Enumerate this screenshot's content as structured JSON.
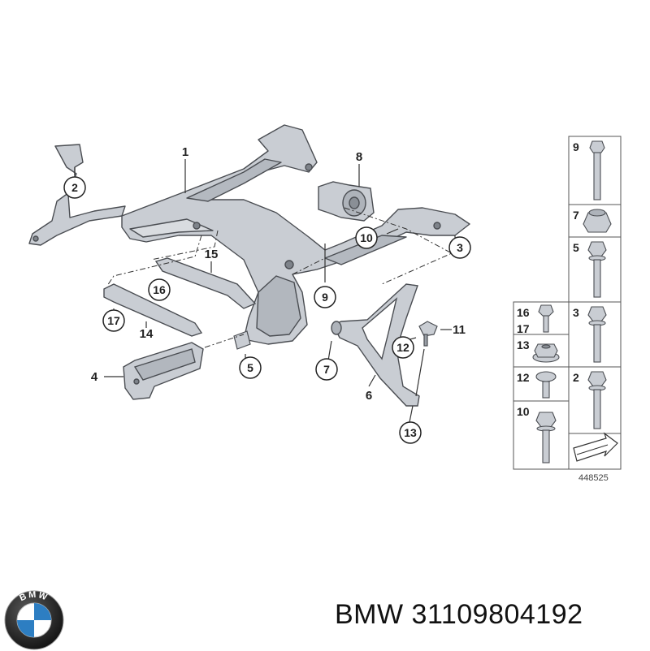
{
  "diagram": {
    "callouts_circled": [
      "2",
      "16",
      "17",
      "5",
      "7",
      "12",
      "13",
      "10",
      "3",
      "9"
    ],
    "labels_plain": [
      "1",
      "8",
      "15",
      "14",
      "4",
      "6",
      "11"
    ],
    "fastener_panel": {
      "cells": [
        "9",
        "7",
        "5",
        "16",
        "17",
        "3",
        "13",
        "12",
        "2",
        "10"
      ]
    },
    "diagram_id": "448525"
  },
  "logo": {
    "text": "BMW"
  },
  "caption": {
    "brand": "BMW",
    "part_number": "31109804192"
  },
  "colors": {
    "part_fill": "#c9cdd3",
    "part_stroke": "#4a4d52",
    "line": "#333333"
  }
}
